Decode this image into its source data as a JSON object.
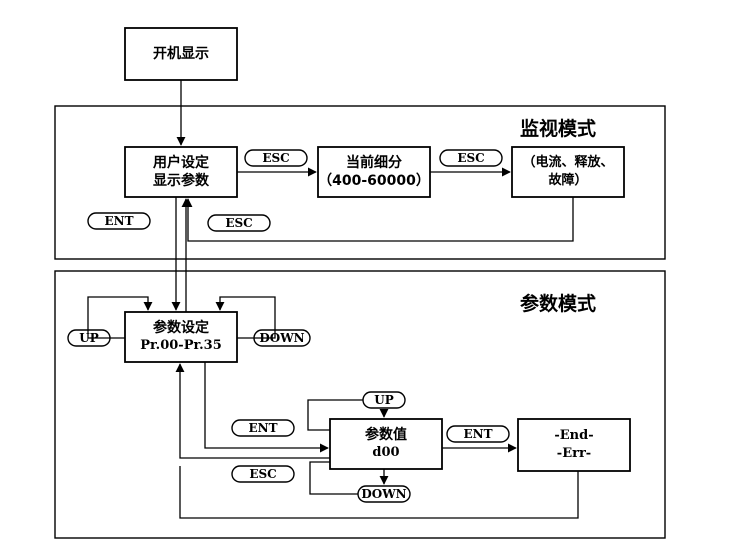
{
  "boot_box": {
    "label": "开机显示"
  },
  "monitor_mode": {
    "title": "监视模式",
    "user_display": {
      "line1": "用户设定",
      "line2": "显示参数"
    },
    "subdivision": {
      "line1": "当前细分",
      "line2": "（400-60000）"
    },
    "status": {
      "line1": "（电流、释放、",
      "line2": "故障）"
    },
    "esc_label_1": "ESC",
    "esc_label_2": "ESC",
    "ent_label": "ENT",
    "esc_label_3": "ESC"
  },
  "param_mode": {
    "title": "参数模式",
    "param_set": {
      "line1": "参数设定",
      "line2": "Pr.00-Pr.35"
    },
    "up_label": "UP",
    "down_label": "DOWN",
    "param_value": {
      "line1": "参数值",
      "line2": "d00"
    },
    "value_up_label": "UP",
    "value_down_label": "DOWN",
    "ent_label_1": "ENT",
    "esc_label": "ESC",
    "ent_label_2": "ENT",
    "result": {
      "line1": "-End-",
      "line2": "-Err-"
    }
  }
}
